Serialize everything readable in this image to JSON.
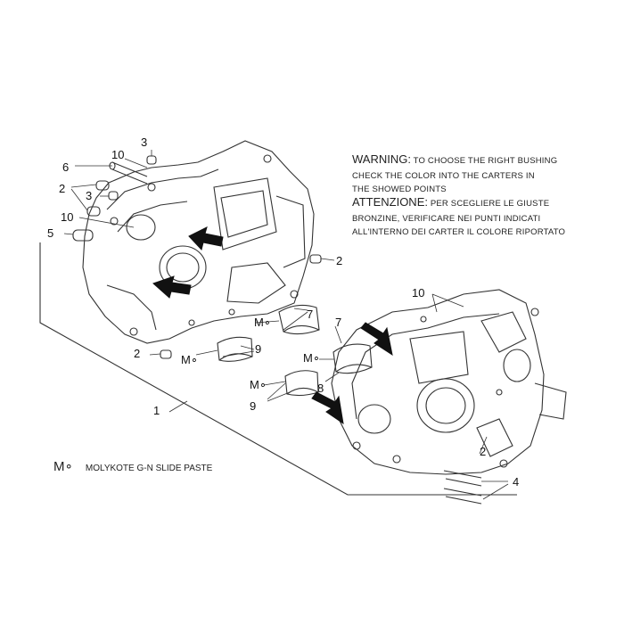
{
  "warning": {
    "lines": [
      {
        "big": "WARNING:",
        "small": " TO CHOOSE THE RIGHT BUSHING"
      },
      {
        "big": "",
        "small": "CHECK THE COLOR INTO THE CARTERS IN"
      },
      {
        "big": "",
        "small": "THE SHOWED POINTS"
      }
    ]
  },
  "attenzione": {
    "lines": [
      {
        "big": "ATTENZIONE:",
        "small": " PER SCEGLIERE LE GIUSTE"
      },
      {
        "big": "",
        "small": "BRONZINE, VERIFICARE NEI PUNTI INDICATI"
      },
      {
        "big": "",
        "small": "ALL'INTERNO DEI CARTER IL COLORE RIPORTATO"
      }
    ]
  },
  "legend": {
    "symbol": "M∘",
    "text": "MOLYKOTE G-N SLIDE PASTE"
  },
  "callouts": {
    "c1": "1",
    "c2a": "2",
    "c2b": "2",
    "c2c": "2",
    "c2d": "2",
    "c3a": "3",
    "c3b": "3",
    "c4": "4",
    "c5": "5",
    "c6": "6",
    "c7a": "7",
    "c7b": "7",
    "c8": "8",
    "c9a": "9",
    "c9b": "9",
    "c10a": "10",
    "c10b": "10",
    "c10c": "10",
    "m1": "M∘",
    "m2": "M∘",
    "m3": "M∘",
    "m4": "M∘"
  }
}
